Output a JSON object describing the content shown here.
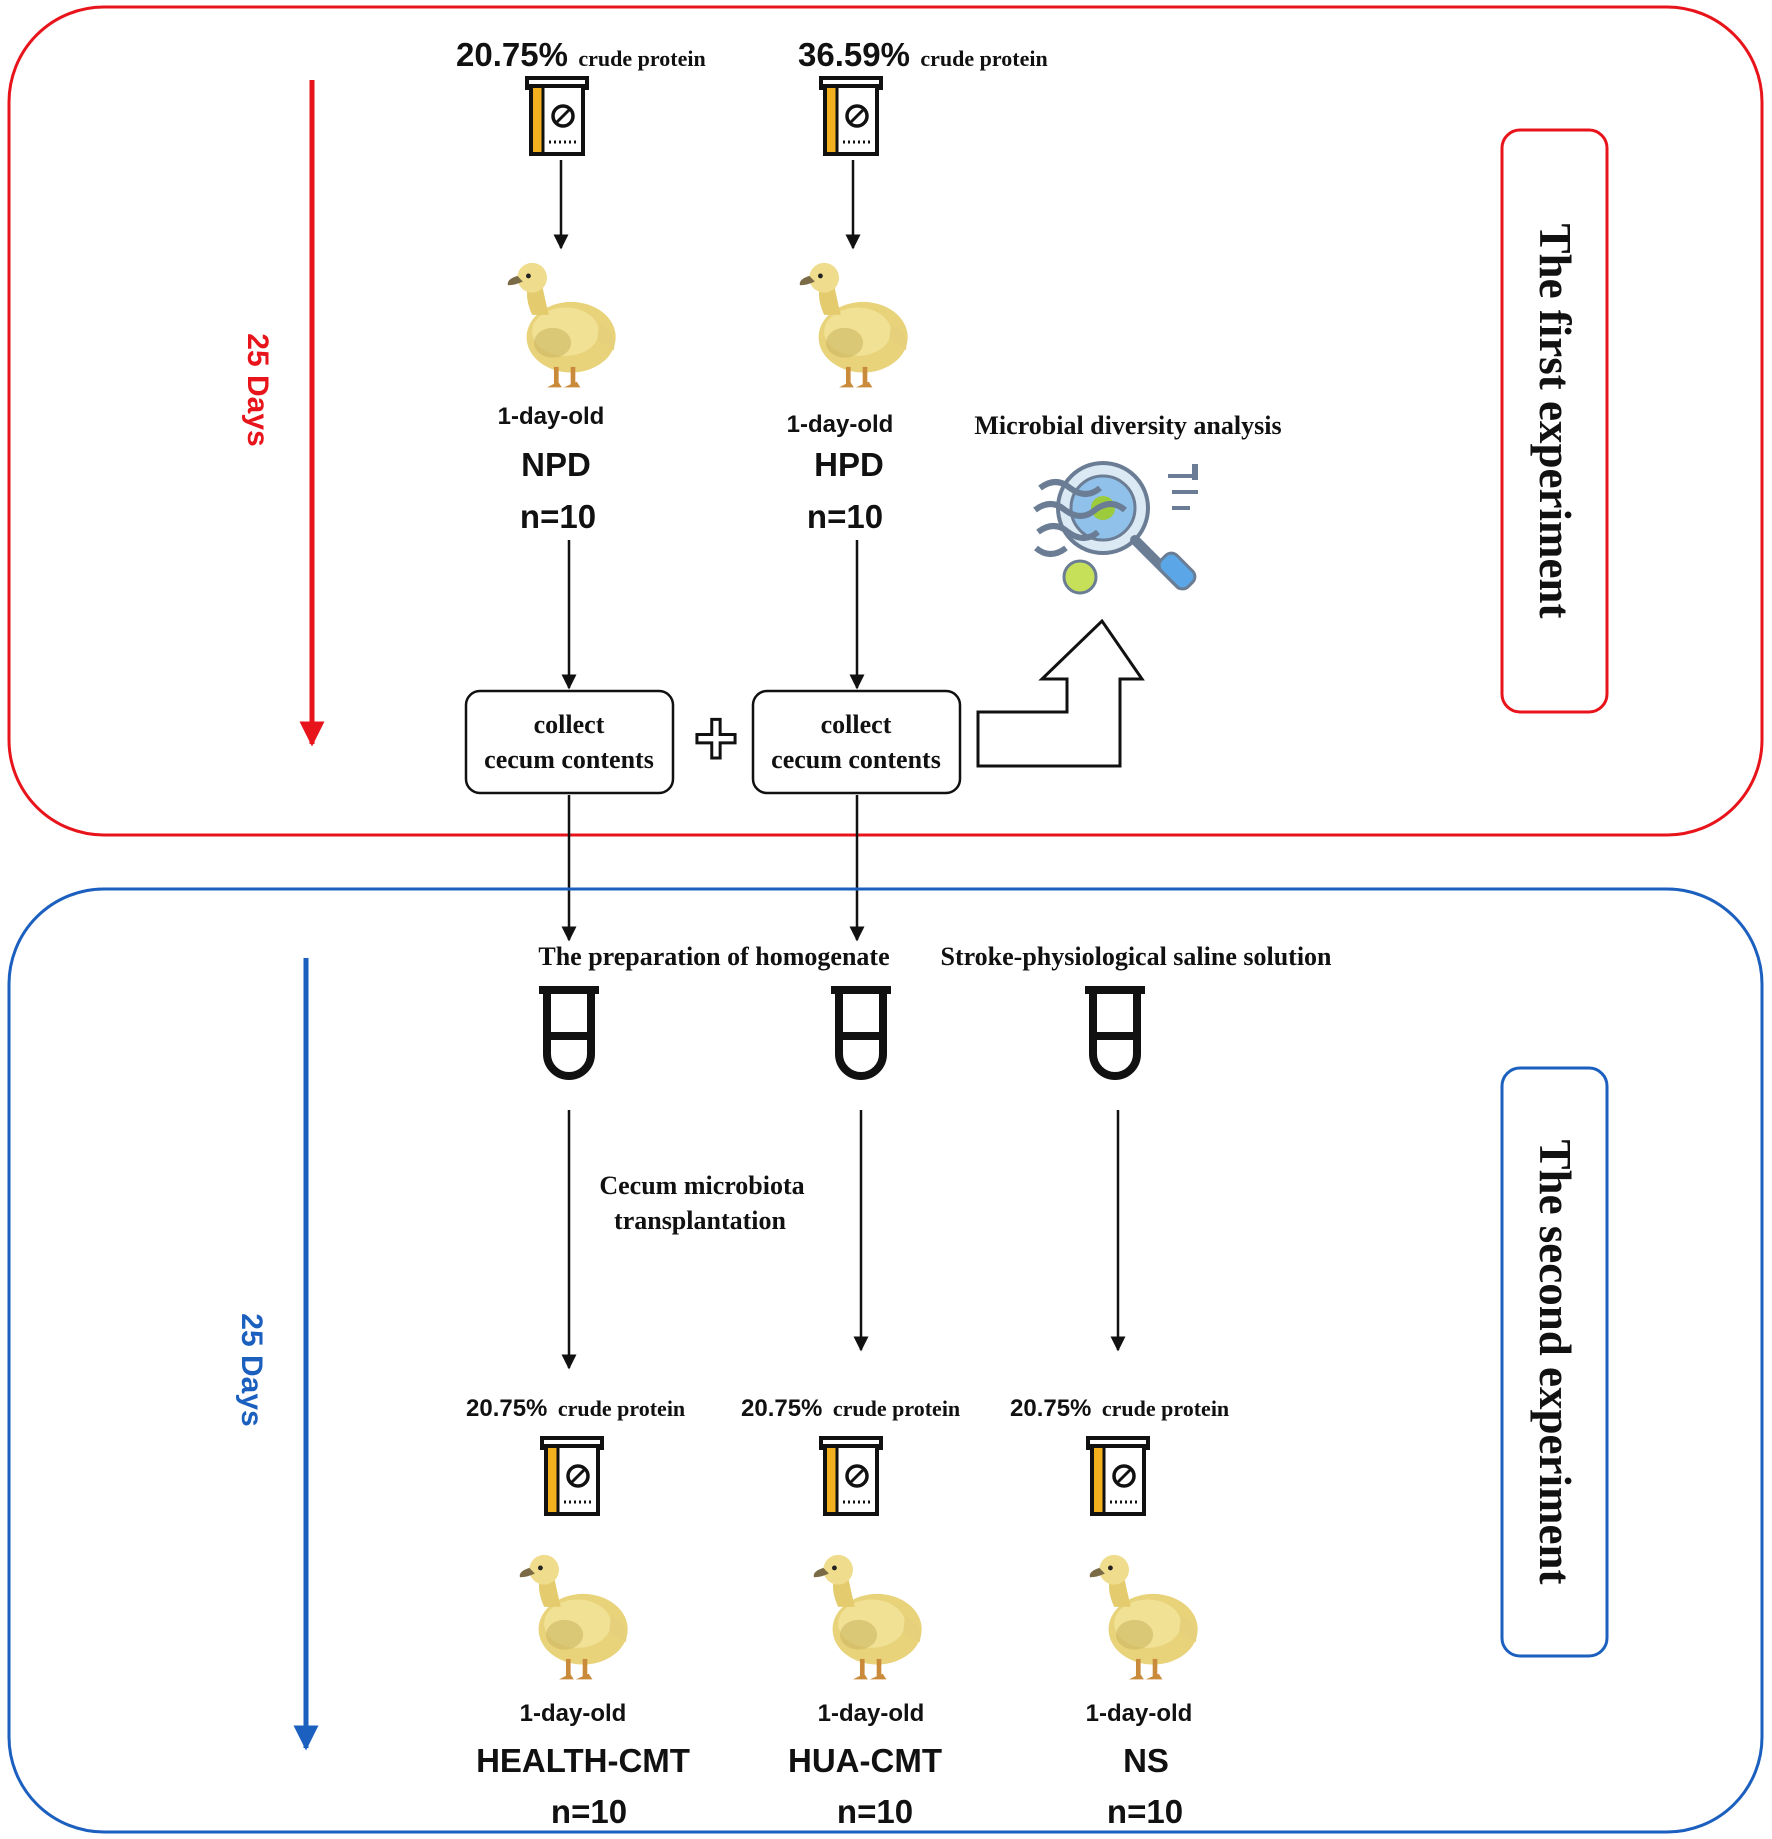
{
  "colors": {
    "first": "#e8141b",
    "second": "#1b5fbf",
    "ink": "#111111",
    "bag_yellow": "#f2b01e",
    "bag_body": "#ffffff"
  },
  "first_experiment": {
    "label": "The first experiment",
    "duration": "25 Days",
    "groups": [
      {
        "protein_value": "20.75%",
        "protein_unit": "crude protein",
        "age": "1-day-old",
        "name": "NPD",
        "n": "n=10",
        "collect_line1": "collect",
        "collect_line2": "cecum contents"
      },
      {
        "protein_value": "36.59%",
        "protein_unit": "crude protein",
        "age": "1-day-old",
        "name": "HPD",
        "n": "n=10",
        "collect_line1": "collect",
        "collect_line2": "cecum contents"
      }
    ],
    "plus_symbol": "+",
    "analysis_label": "Microbial diversity analysis",
    "analysis_icon": "microbiome-magnifier-icon"
  },
  "second_experiment": {
    "label": "The second experiment",
    "duration": "25 Days",
    "homogenate_label": "The preparation of homogenate",
    "saline_label": "Stroke-physiological saline solution",
    "transplant_line1": "Cecum microbiota",
    "transplant_line2": "transplantation",
    "groups": [
      {
        "protein_value": "20.75%",
        "protein_unit": "crude protein",
        "age": "1-day-old",
        "name": "HEALTH-CMT",
        "n": "n=10"
      },
      {
        "protein_value": "20.75%",
        "protein_unit": "crude protein",
        "age": "1-day-old",
        "name": "HUA-CMT",
        "n": "n=10"
      },
      {
        "protein_value": "20.75%",
        "protein_unit": "crude protein",
        "age": "1-day-old",
        "name": "NS",
        "n": "n=10"
      }
    ]
  },
  "icons": {
    "feed": "feed-bag-icon",
    "gosling": "gosling-icon",
    "tube": "test-tube-icon"
  }
}
